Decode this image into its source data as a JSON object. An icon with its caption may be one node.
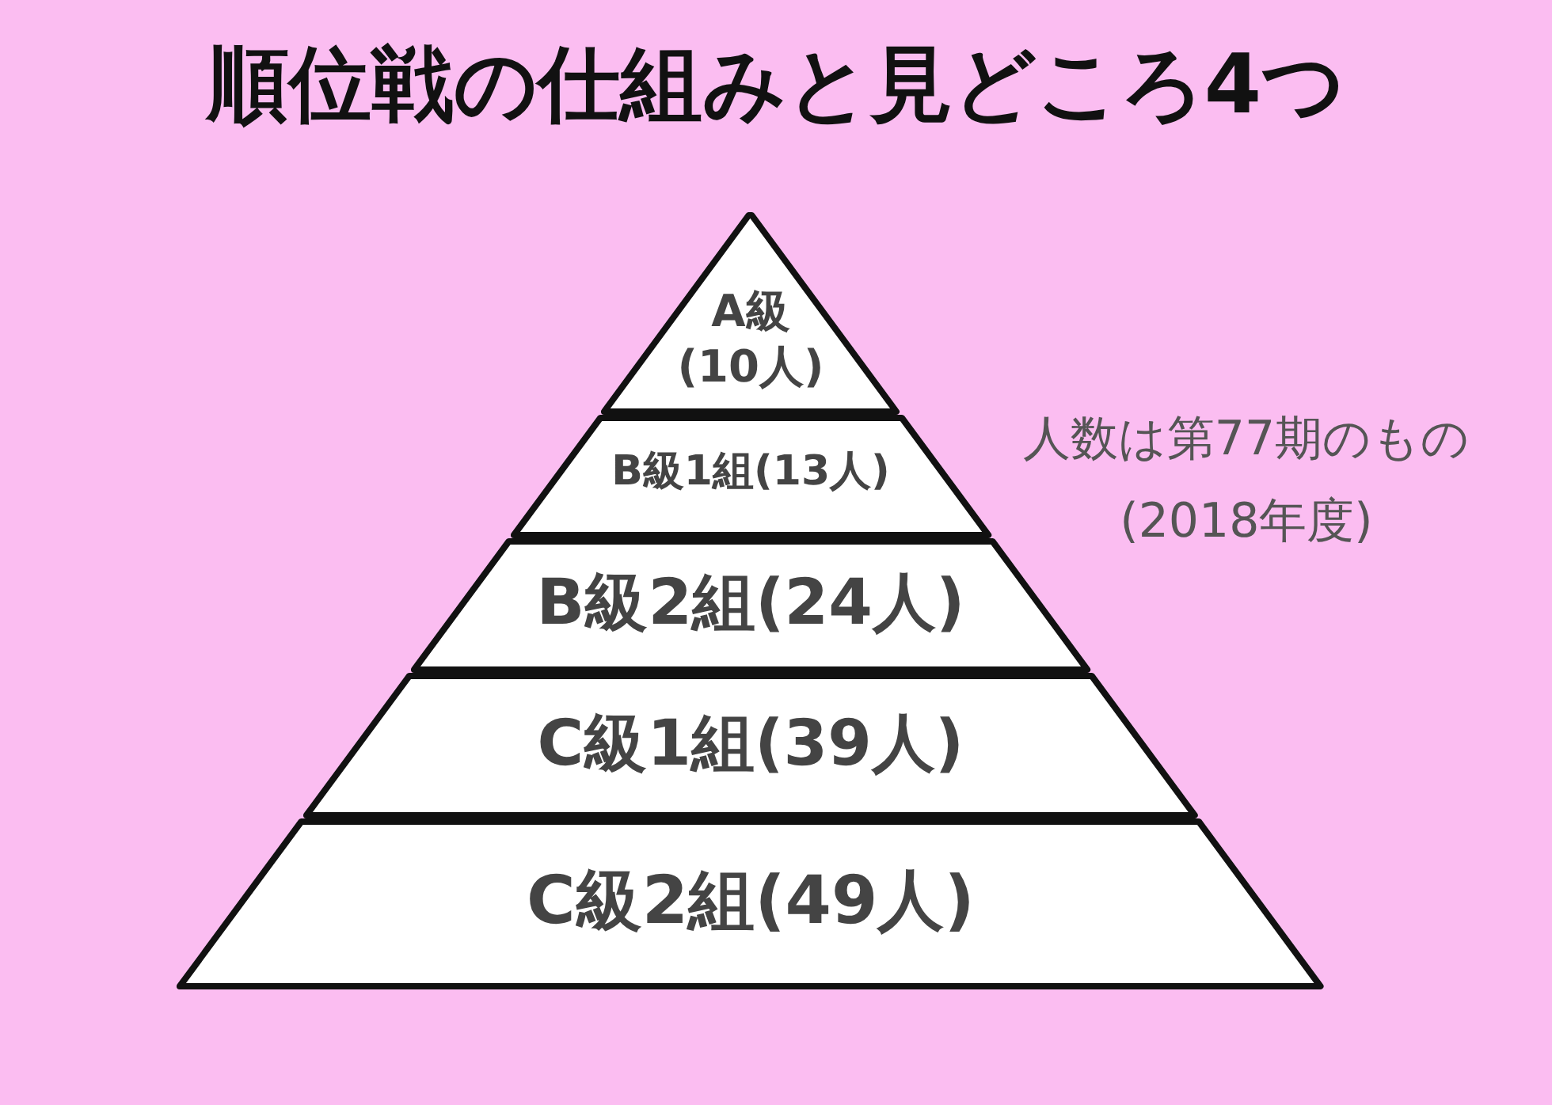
{
  "diagram": {
    "title": "順位戦の仕組みと見どころ4つ",
    "nodes": [
      {
        "text": [
          "A級(10人)"
        ]
      },
      {
        "text": [
          "B級1組(13人)"
        ]
      },
      {
        "text": [
          "B級2組(24人)"
        ]
      },
      {
        "text": [
          "C級1組(39人)"
        ]
      },
      {
        "text": [
          "C級2組(49人)"
        ]
      }
    ],
    "labels": [
      "人数は第77期のもの(2018年度)"
    ]
  }
}
